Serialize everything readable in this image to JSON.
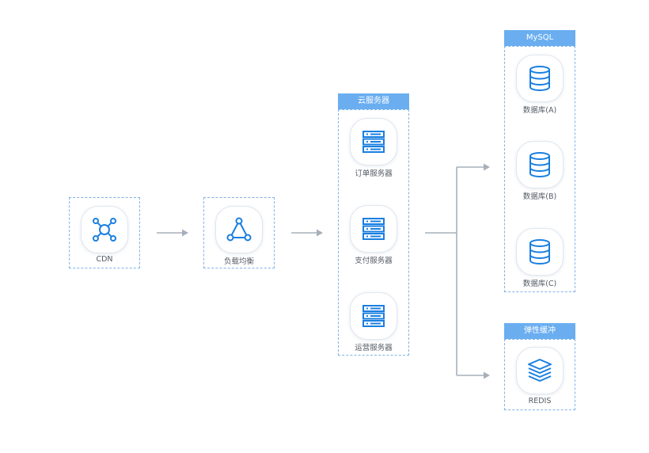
{
  "nodes": {
    "cdn": {
      "label": "CDN",
      "icon": "network-icon"
    },
    "load_balancer": {
      "label": "负载均衡",
      "icon": "triangle-nodes-icon"
    },
    "order_server": {
      "label": "订单服务器",
      "icon": "server-rack-icon"
    },
    "payment_server": {
      "label": "支付服务器",
      "icon": "server-rack-icon"
    },
    "ops_server": {
      "label": "运营服务器",
      "icon": "server-rack-icon"
    },
    "db_a": {
      "label": "数据库(A)",
      "icon": "database-icon"
    },
    "db_b": {
      "label": "数据库(B)",
      "icon": "database-icon"
    },
    "db_c": {
      "label": "数据库(C)",
      "icon": "database-icon"
    },
    "redis": {
      "label": "REDIS",
      "icon": "layers-stack-icon"
    }
  },
  "groups": {
    "cloud_servers": {
      "title": "云服务器"
    },
    "mysql": {
      "title": "MySQL"
    },
    "elastic_cache": {
      "title": "弹性缓冲"
    }
  },
  "colors": {
    "accent": "#1a7fe0",
    "header": "#6aaef0",
    "border": "#7fb3e8",
    "connector": "#a7b0ba"
  }
}
